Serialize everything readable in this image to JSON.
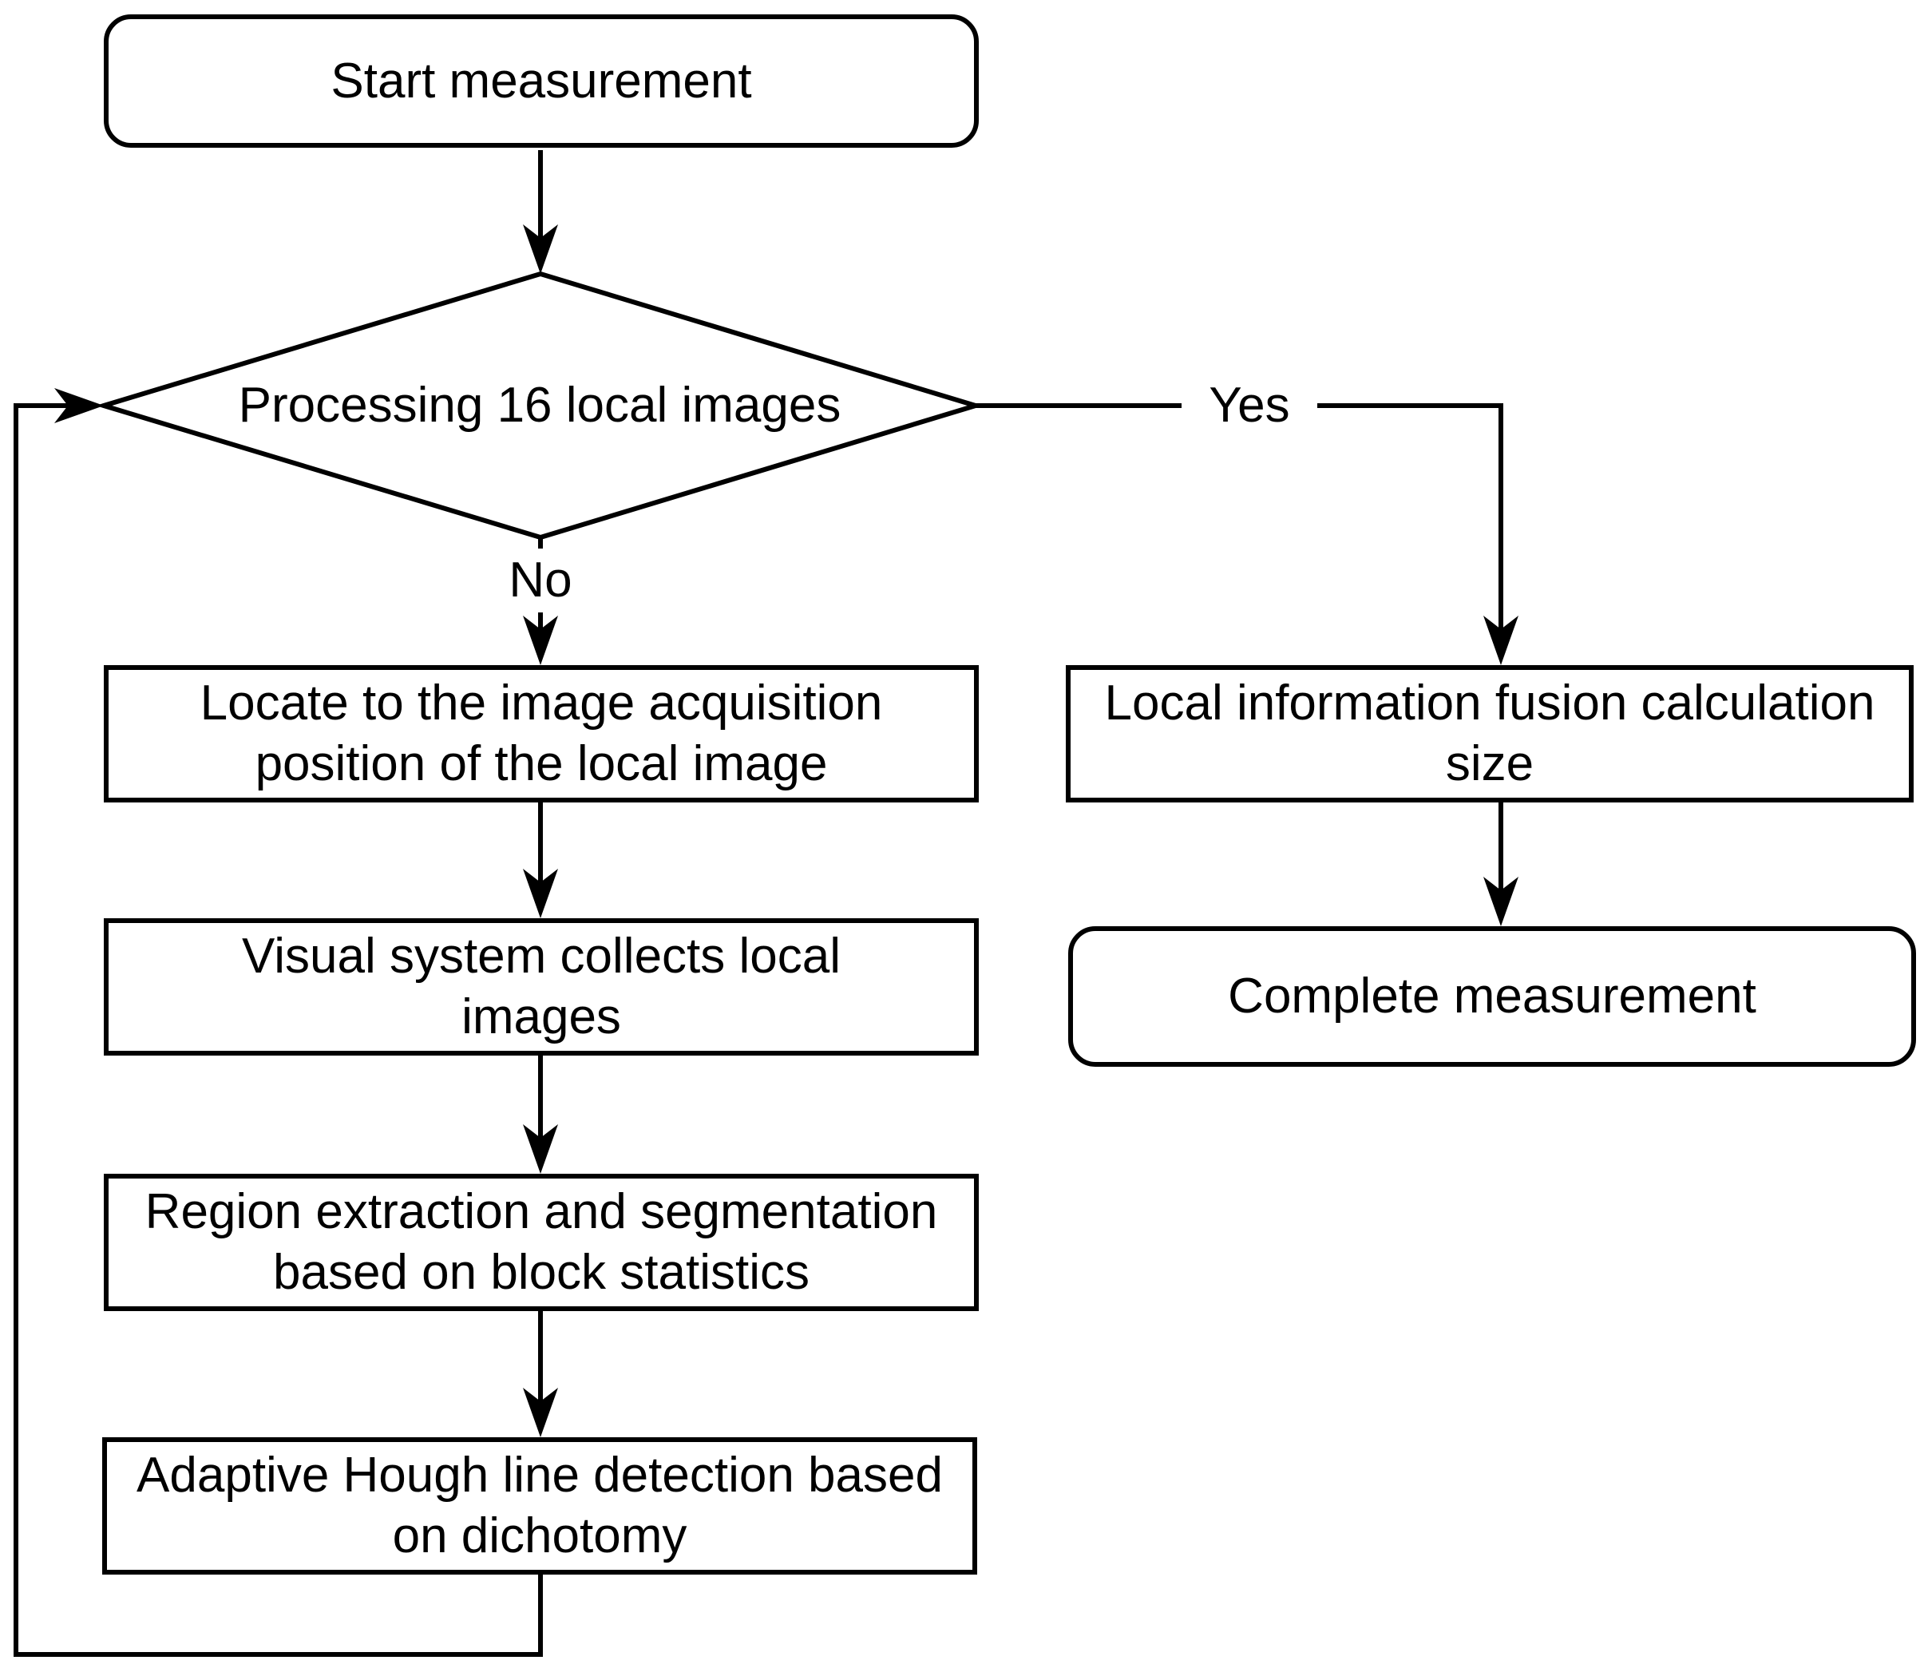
{
  "flowchart": {
    "nodes": {
      "start": {
        "label": "Start measurement",
        "shape": "rounded-rect"
      },
      "decision": {
        "label": "Processing 16 local images",
        "shape": "diamond"
      },
      "locate": {
        "label": "Locate to the image acquisition\nposition of the local image",
        "shape": "rect"
      },
      "visual": {
        "label": "Visual system collects local\nimages",
        "shape": "rect"
      },
      "region": {
        "label": "Region extraction and segmentation\nbased on block statistics",
        "shape": "rect"
      },
      "hough": {
        "label": "Adaptive Hough line detection based\non dichotomy",
        "shape": "rect"
      },
      "fusion": {
        "label": "Local information fusion calculation\nsize",
        "shape": "rect"
      },
      "complete": {
        "label": "Complete measurement",
        "shape": "rounded-rect"
      }
    },
    "edge_labels": {
      "yes": "Yes",
      "no": "No"
    },
    "colors": {
      "stroke": "#000000",
      "fill": "#ffffff",
      "text": "#000000"
    }
  }
}
